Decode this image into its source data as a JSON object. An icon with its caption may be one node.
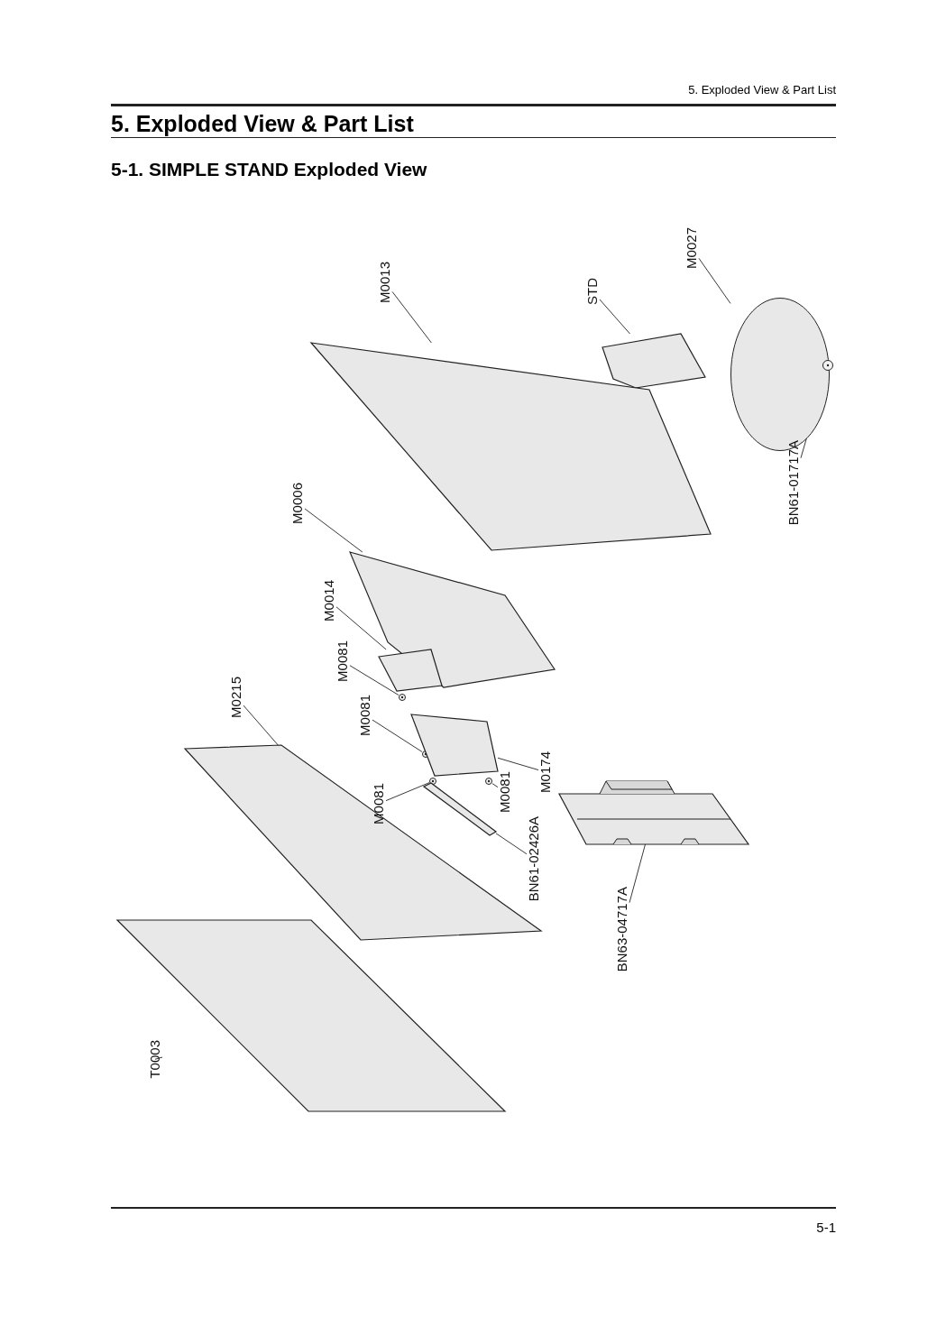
{
  "diagram": {
    "title": "5. Exploded View & Part List",
    "nodes": [
      {
        "text": [
          "M0027"
        ]
      },
      {
        "text": [],
        "shape": "picture"
      },
      {
        "text": [
          "STD"
        ]
      },
      {
        "text": [],
        "shape": "picture"
      },
      {
        "text": [
          "M0013"
        ]
      },
      {
        "text": [],
        "shape": "picture"
      },
      {
        "text": [
          "BN61-01717A"
        ]
      },
      {
        "text": [],
        "shape": "circle"
      },
      {
        "text": [
          "M0006"
        ]
      },
      {
        "text": [],
        "shape": "picture"
      },
      {
        "text": [
          "M0014"
        ]
      },
      {
        "text": [],
        "shape": "picture"
      },
      {
        "text": [
          "M0081"
        ]
      },
      {
        "text": [],
        "shape": "circle"
      },
      {
        "text": [
          "M0215"
        ]
      },
      {
        "text": [],
        "shape": "picture"
      },
      {
        "text": [
          "M0081"
        ]
      },
      {
        "text": [],
        "shape": "circle"
      },
      {
        "text": [
          "M0174"
        ]
      },
      {
        "text": [],
        "shape": "picture"
      },
      {
        "text": [
          "M0081"
        ]
      },
      {
        "text": [],
        "shape": "circle"
      },
      {
        "text": [
          "M0081"
        ]
      },
      {
        "text": [],
        "shape": "circle"
      },
      {
        "text": [
          "BN61-02426A"
        ]
      },
      {
        "text": [],
        "shape": "picture"
      },
      {
        "text": [
          "BN63-04717A"
        ]
      },
      {
        "text": [],
        "shape": "picture"
      },
      {
        "text": [
          "T0003"
        ]
      },
      {
        "text": [],
        "shape": "picture"
      }
    ],
    "edges": [
      {
        "from": 0,
        "to": 1,
        "arrow": "none"
      },
      {
        "from": 2,
        "to": 3,
        "arrow": "none"
      },
      {
        "from": 4,
        "to": 5,
        "arrow": "none"
      },
      {
        "from": 6,
        "to": 7,
        "arrow": "none"
      },
      {
        "from": 8,
        "to": 9,
        "arrow": "none"
      },
      {
        "from": 10,
        "to": 11,
        "arrow": "none"
      },
      {
        "from": 12,
        "to": 13,
        "arrow": "none"
      },
      {
        "from": 14,
        "to": 15,
        "arrow": "none"
      },
      {
        "from": 16,
        "to": 17,
        "arrow": "none"
      },
      {
        "from": 18,
        "to": 19,
        "arrow": "none"
      },
      {
        "from": 20,
        "to": 21,
        "arrow": "none"
      },
      {
        "from": 22,
        "to": 23,
        "arrow": "none"
      },
      {
        "from": 24,
        "to": 25,
        "arrow": "none"
      },
      {
        "from": 26,
        "to": 27,
        "arrow": "none"
      },
      {
        "from": 28,
        "to": 29,
        "arrow": "none"
      }
    ],
    "labels": [
      "5. Exploded View & Part List",
      "5-1. SIMPLE STAND Exploded View",
      "5-1"
    ]
  }
}
